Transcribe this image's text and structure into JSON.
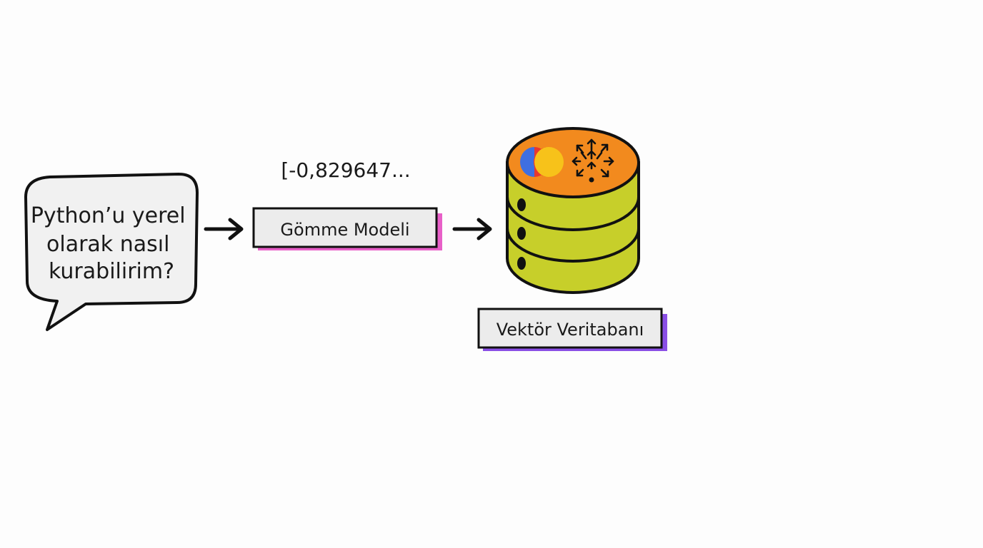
{
  "diagram": {
    "query_bubble": {
      "lines": [
        "Python’u yerel",
        "olarak nasıl",
        "kurabilirim?"
      ]
    },
    "vector_readout": "[-0,829647...",
    "embedding_box": {
      "label": "Gömme Modeli",
      "shadow_color": "#e85fc8"
    },
    "database": {
      "label": "Vektör Veritabanı",
      "label_shadow_color": "#8a4fe6",
      "top_color": "#f28a1e",
      "body_color": "#c7cf2a",
      "logo_colors": [
        "#3f6fe0",
        "#e8372f",
        "#f7c21a"
      ]
    }
  }
}
